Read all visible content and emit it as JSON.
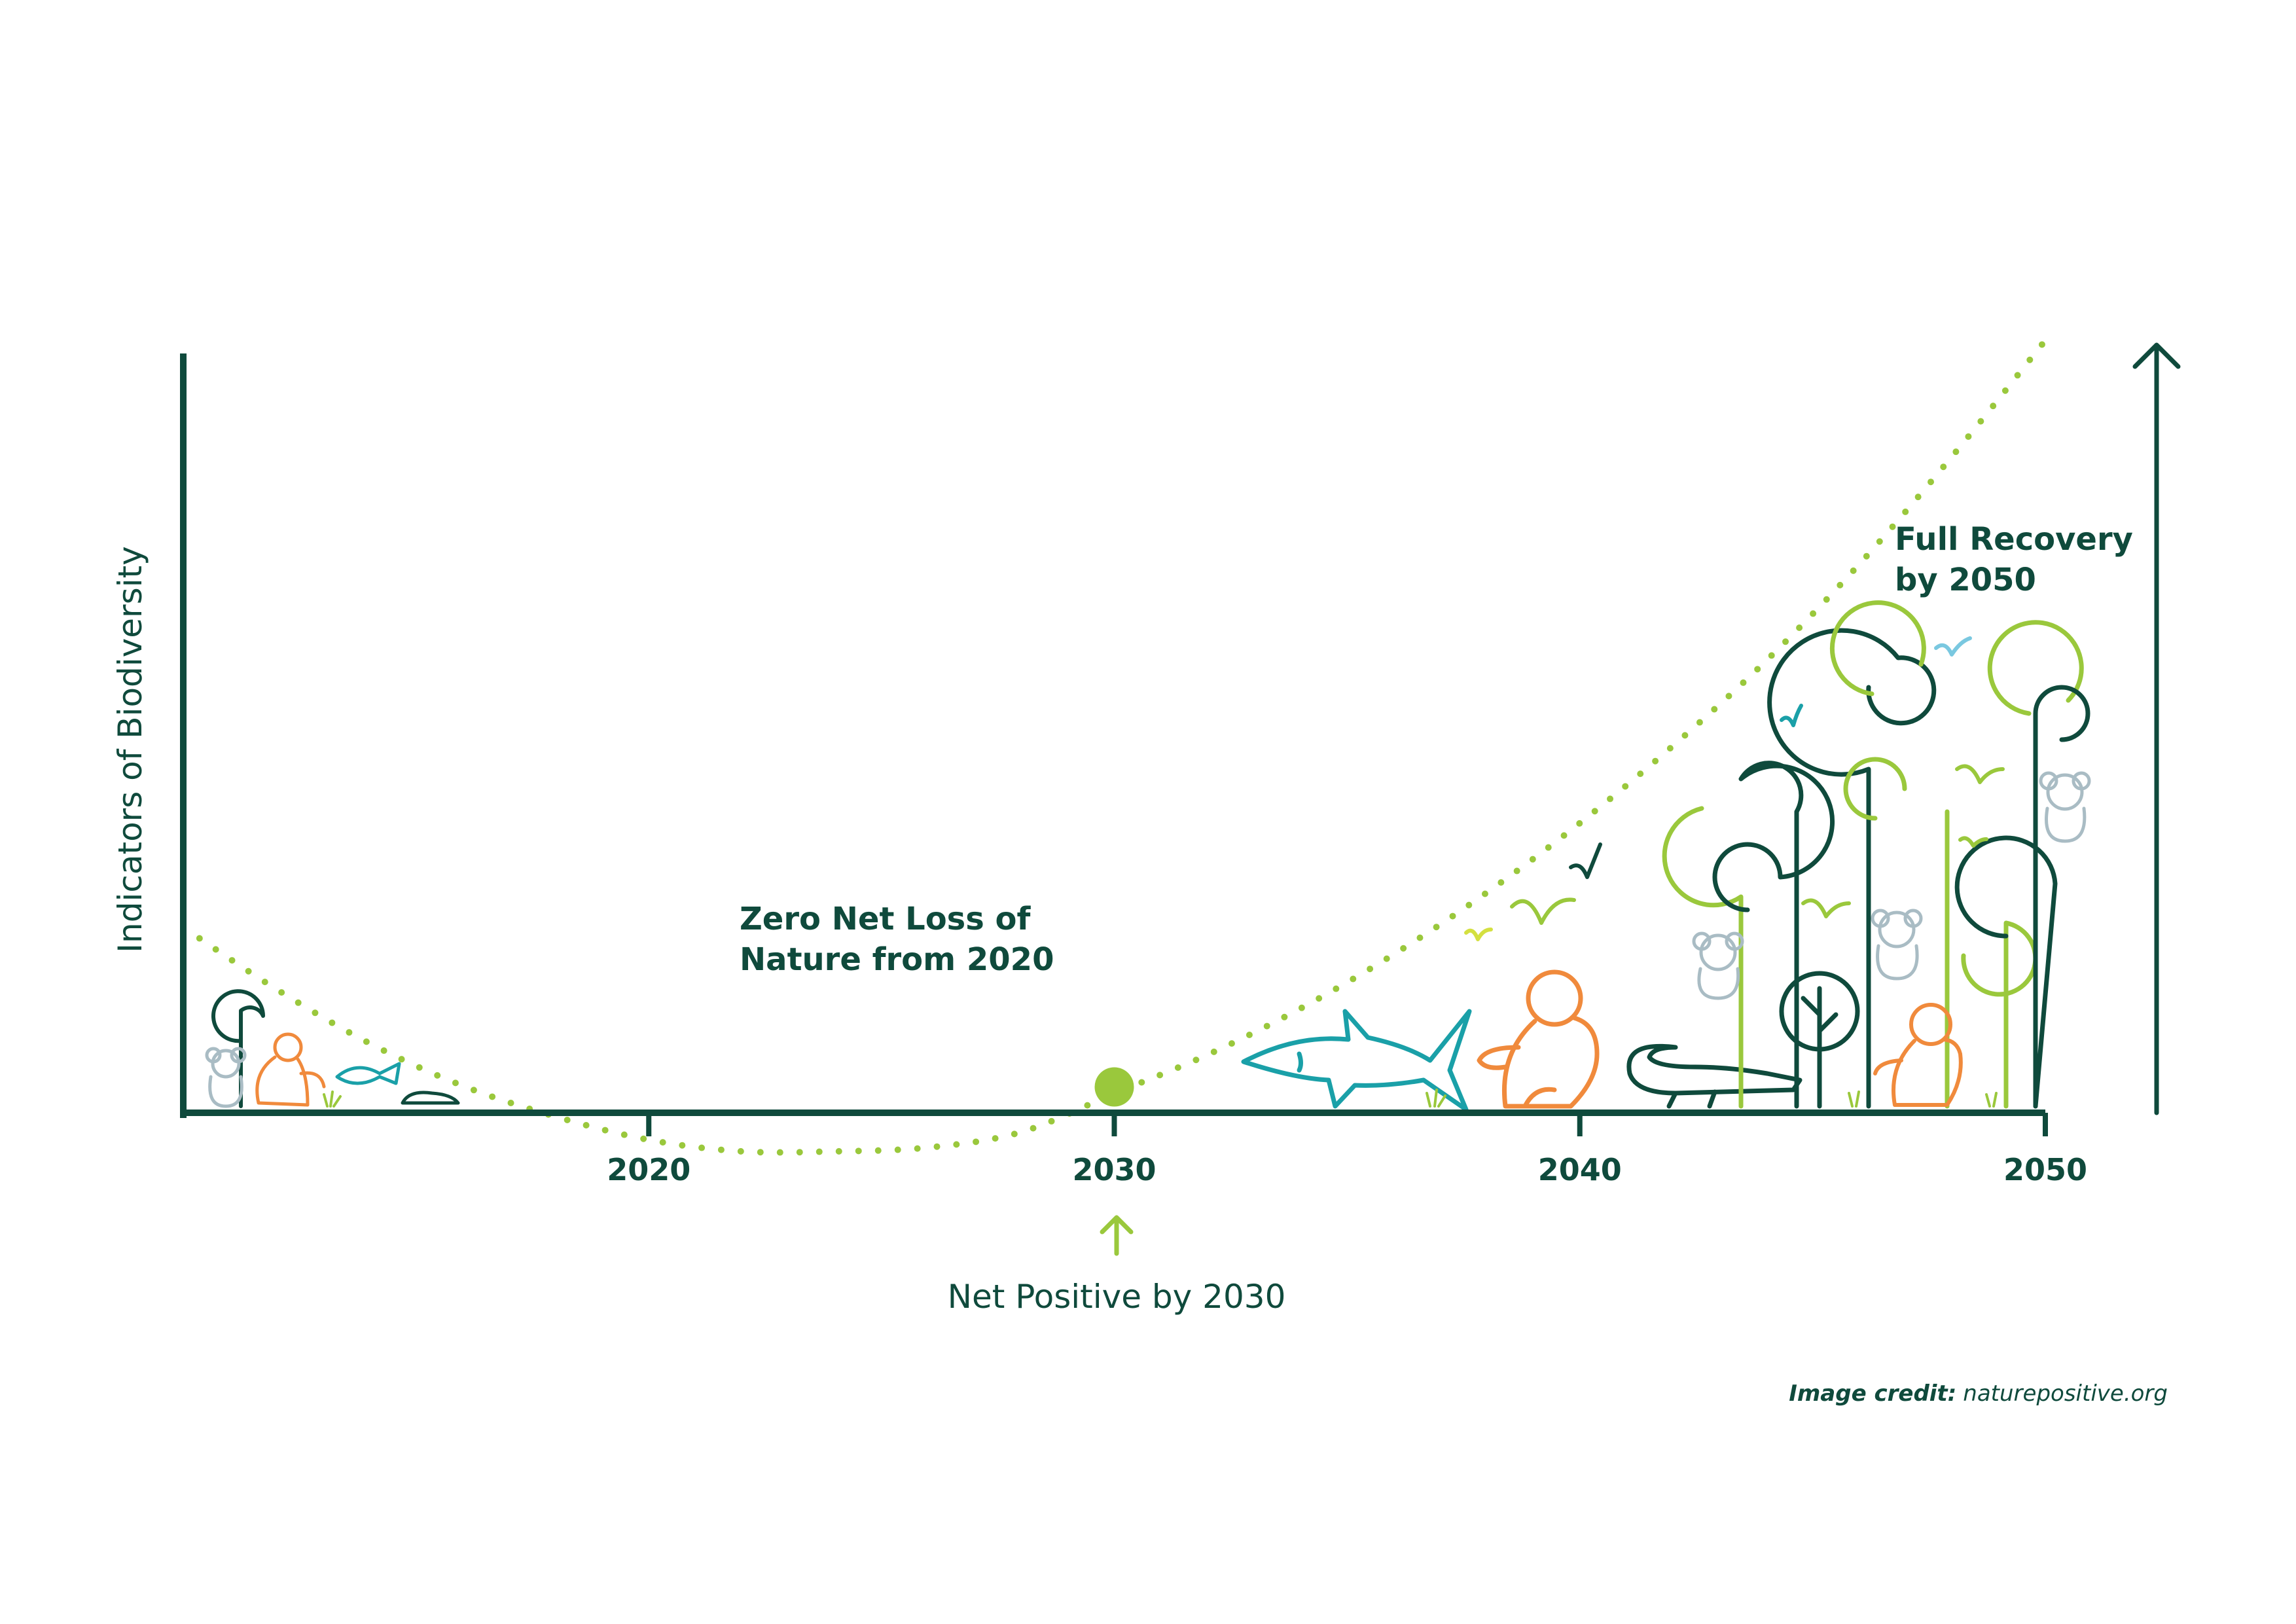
{
  "chart_data": {
    "type": "line",
    "title": "",
    "ylabel": "Indicators of Biodiversity",
    "xlabel": "",
    "x_ticks": [
      "2020",
      "2030",
      "2040",
      "2050"
    ],
    "xlim": [
      2010,
      2050
    ],
    "ylim": [
      -1,
      20
    ],
    "grid": false,
    "legend": "none",
    "series": [
      {
        "style": "dotted",
        "color": "#9ac83c",
        "x": [
          2010,
          2012,
          2014,
          2016,
          2018,
          2020,
          2022,
          2024,
          2026,
          2028,
          2030,
          2032,
          2034,
          2036,
          2038,
          2040,
          2042,
          2044,
          2046,
          2048,
          2050
        ],
        "y": [
          4.8,
          3.2,
          1.8,
          0.7,
          -0.1,
          -0.7,
          -1.0,
          -1.0,
          -0.9,
          -0.5,
          0.5,
          1.5,
          2.7,
          4.1,
          5.7,
          7.5,
          9.5,
          11.7,
          14.2,
          17.0,
          20.0
        ]
      }
    ],
    "markers": [
      {
        "x": 2030,
        "y": 0.5,
        "color": "#9ac83c"
      }
    ],
    "annotations": {
      "zero_net_loss": [
        "Zero Net Loss of",
        "Nature from 2020"
      ],
      "net_positive": "Net Positive by 2030",
      "full_recovery": [
        "Full Recovery",
        "by 2050"
      ]
    }
  },
  "credit": {
    "label": "Image credit:",
    "source": "naturepositive.org"
  },
  "colors": {
    "axis": "#0f4a3c",
    "curve": "#9ac83c",
    "orange": "#f08a3c",
    "teal": "#1aa0a8",
    "grey": "#a9bcc4",
    "lime": "#9ac83c"
  },
  "icons": [
    "koala-icon",
    "orangutan-icon",
    "fish-icon",
    "platypus-icon",
    "shark-icon",
    "crocodile-icon",
    "tree-icon",
    "bird-icon",
    "grass-icon"
  ]
}
